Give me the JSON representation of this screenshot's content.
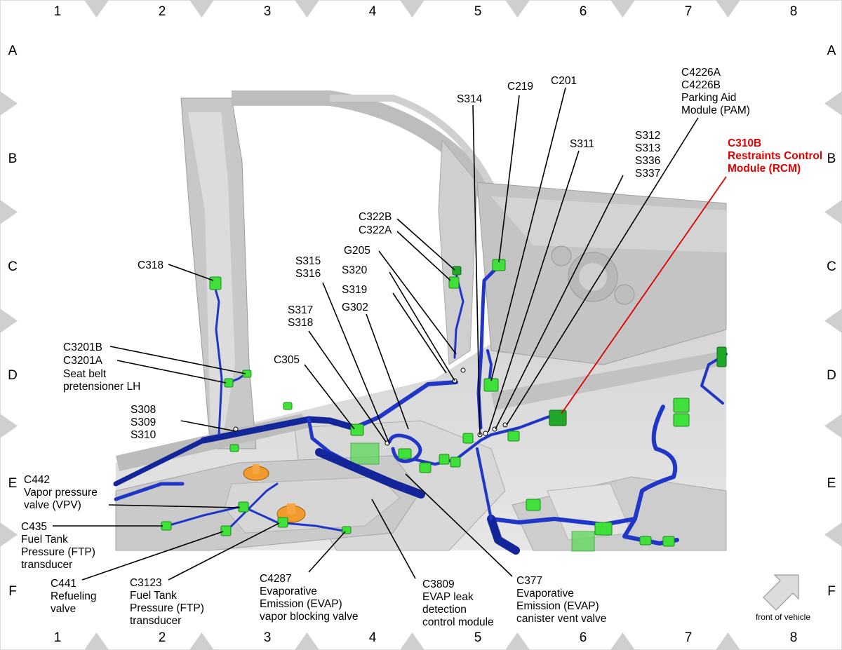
{
  "grid": {
    "columns": [
      "1",
      "2",
      "3",
      "4",
      "5",
      "6",
      "7",
      "8"
    ],
    "rows": [
      "A",
      "B",
      "C",
      "D",
      "E",
      "F"
    ]
  },
  "callouts": {
    "c318": "C318",
    "c3201b": "C3201B",
    "c3201a": "C3201A",
    "seat_belt_1": "Seat belt",
    "seat_belt_2": "pretensioner LH",
    "s308": "S308",
    "s309": "S309",
    "s310": "S310",
    "c442": "C442",
    "vpv_1": "Vapor pressure",
    "vpv_2": "valve (VPV)",
    "c435": "C435",
    "ftp_1": "Fuel Tank",
    "ftp_2": "Pressure (FTP)",
    "ftp_3": "transducer",
    "c441": "C441",
    "refuel_1": "Refueling",
    "refuel_2": "valve",
    "c3123": "C3123",
    "ftp2_1": "Fuel Tank",
    "ftp2_2": "Pressure (FTP)",
    "ftp2_3": "transducer",
    "c4287": "C4287",
    "evap_vb_1": "Evaporative",
    "evap_vb_2": "Emission (EVAP)",
    "evap_vb_3": "vapor blocking valve",
    "c3809": "C3809",
    "leak_1": "EVAP leak",
    "leak_2": "detection",
    "leak_3": "control module",
    "c377": "C377",
    "vent_1": "Evaporative",
    "vent_2": "Emission (EVAP)",
    "vent_3": "canister vent valve",
    "c305": "C305",
    "s317": "S317",
    "s318": "S318",
    "s315": "S315",
    "s316": "S316",
    "s320": "S320",
    "g205": "G205",
    "s319": "S319",
    "g302": "G302",
    "c322b": "C322B",
    "c322a": "C322A",
    "s314": "S314",
    "c219": "C219",
    "c201": "C201",
    "s311": "S311",
    "s312": "S312",
    "s313": "S313",
    "s336": "S336",
    "s337": "S337",
    "c4226a": "C4226A",
    "c4226b": "C4226B",
    "pam_1": "Parking Aid",
    "pam_2": "Module (PAM)",
    "c310b": "C310B",
    "rcm_1": "Restraints Control",
    "rcm_2": "Module (RCM)"
  },
  "orientation": {
    "label": "front of vehicle"
  },
  "colors": {
    "harness": "#1f36c7",
    "connector": "#3fe03a",
    "highlight": "#e00000",
    "vehicle_body": "#d9d9d9"
  }
}
